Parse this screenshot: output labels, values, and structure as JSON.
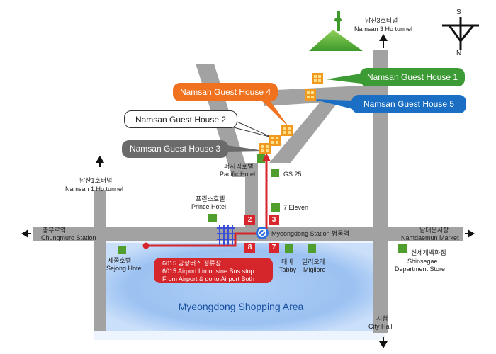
{
  "map": {
    "compass": {
      "south": "S",
      "north": "N"
    },
    "tunnels": {
      "tunnel3_ko": "남산3호터널",
      "tunnel3_en": "Namsan 3 Ho tunnel",
      "tunnel1_ko": "남산1호터널",
      "tunnel1_en": "Namsan 1 Ho tunnel"
    },
    "guest_houses": {
      "gh1": "Namsan Guest House 1",
      "gh2": "Namsan Guest House 2",
      "gh3": "Namsan Guest House 3",
      "gh4": "Namsan Guest House 4",
      "gh5": "Namsan Guest House 5"
    },
    "landmarks": {
      "pacific_ko": "퍼시픽호텔",
      "pacific_en": "Pacific Hotel",
      "gs25": "GS 25",
      "prince_ko": "프린스호텔",
      "prince_en": "Prince Hotel",
      "seven_eleven": "7 Eleven",
      "chungmuro_ko": "충무로역",
      "chungmuro_en": "Chungmuro Station",
      "myeongdong_station": "Myeongdong Station 명동역",
      "namdaemun_ko": "남대문시장",
      "namdaemun_en": "Namdaemun Market",
      "sejong_ko": "세종호텔",
      "sejong_en": "Sejong Hotel",
      "tabby_ko": "태비",
      "tabby_en": "Tabby",
      "migliore_ko": "밀리오레",
      "migliore_en": "Migliore",
      "shinsegae_ko": "신세계백화점",
      "shinsegae_en1": "Shinsegae",
      "shinsegae_en2": "Department Store",
      "cityhall_ko": "시청",
      "cityhall_en": "City Hall"
    },
    "exits": {
      "e2": "2",
      "e3": "3",
      "e7": "7",
      "e8": "8"
    },
    "bus_stop": {
      "line1": "6015 공항버스 정류장",
      "line2": "6015  Airport Limousine Bus stop",
      "line3": "From Airport & go to Airport Both"
    },
    "area_label": "Myeongdong Shopping Area",
    "colors": {
      "road": "#a2a2a2",
      "route": "#d5262b",
      "metro": "#2f6fe0",
      "gh1": "#3c9b35",
      "gh3": "#6b6b6b",
      "gh4": "#f0721e",
      "gh5": "#1a6fc4",
      "area": "#4a90e8"
    }
  }
}
